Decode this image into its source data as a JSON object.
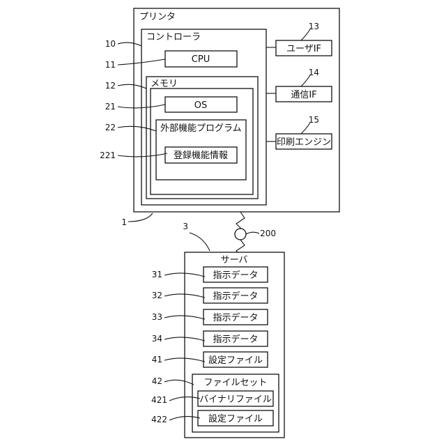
{
  "printer": {
    "title": "プリンタ",
    "controller": {
      "title": "コントローラ",
      "cpu": "CPU",
      "memory": {
        "title": "メモリ",
        "os": "OS",
        "ext_program": {
          "title": "外部機能プログラム",
          "reg_info": "登録機能情報"
        }
      }
    },
    "user_if": "ユーザIF",
    "comm_if": "通信IF",
    "print_engine": "印刷エンジン"
  },
  "server": {
    "title": "サーバ",
    "instruction_data": [
      "指示データ",
      "指示データ",
      "指示データ",
      "指示データ"
    ],
    "settings_file": "設定ファイル",
    "file_set": {
      "title": "ファイルセット",
      "binary_file": "バイナリファイル",
      "settings_file": "設定ファイル"
    }
  },
  "refs": {
    "printer": "1",
    "controller": "10",
    "cpu": "11",
    "memory": "12",
    "user_if": "13",
    "comm_if": "14",
    "print_engine": "15",
    "os": "21",
    "ext_program": "22",
    "reg_info": "221",
    "server": "3",
    "instr_1": "31",
    "instr_2": "32",
    "instr_3": "33",
    "instr_4": "34",
    "settings_file": "41",
    "file_set": "42",
    "binary_file": "421",
    "fs_settings_file": "422",
    "network": "200"
  }
}
